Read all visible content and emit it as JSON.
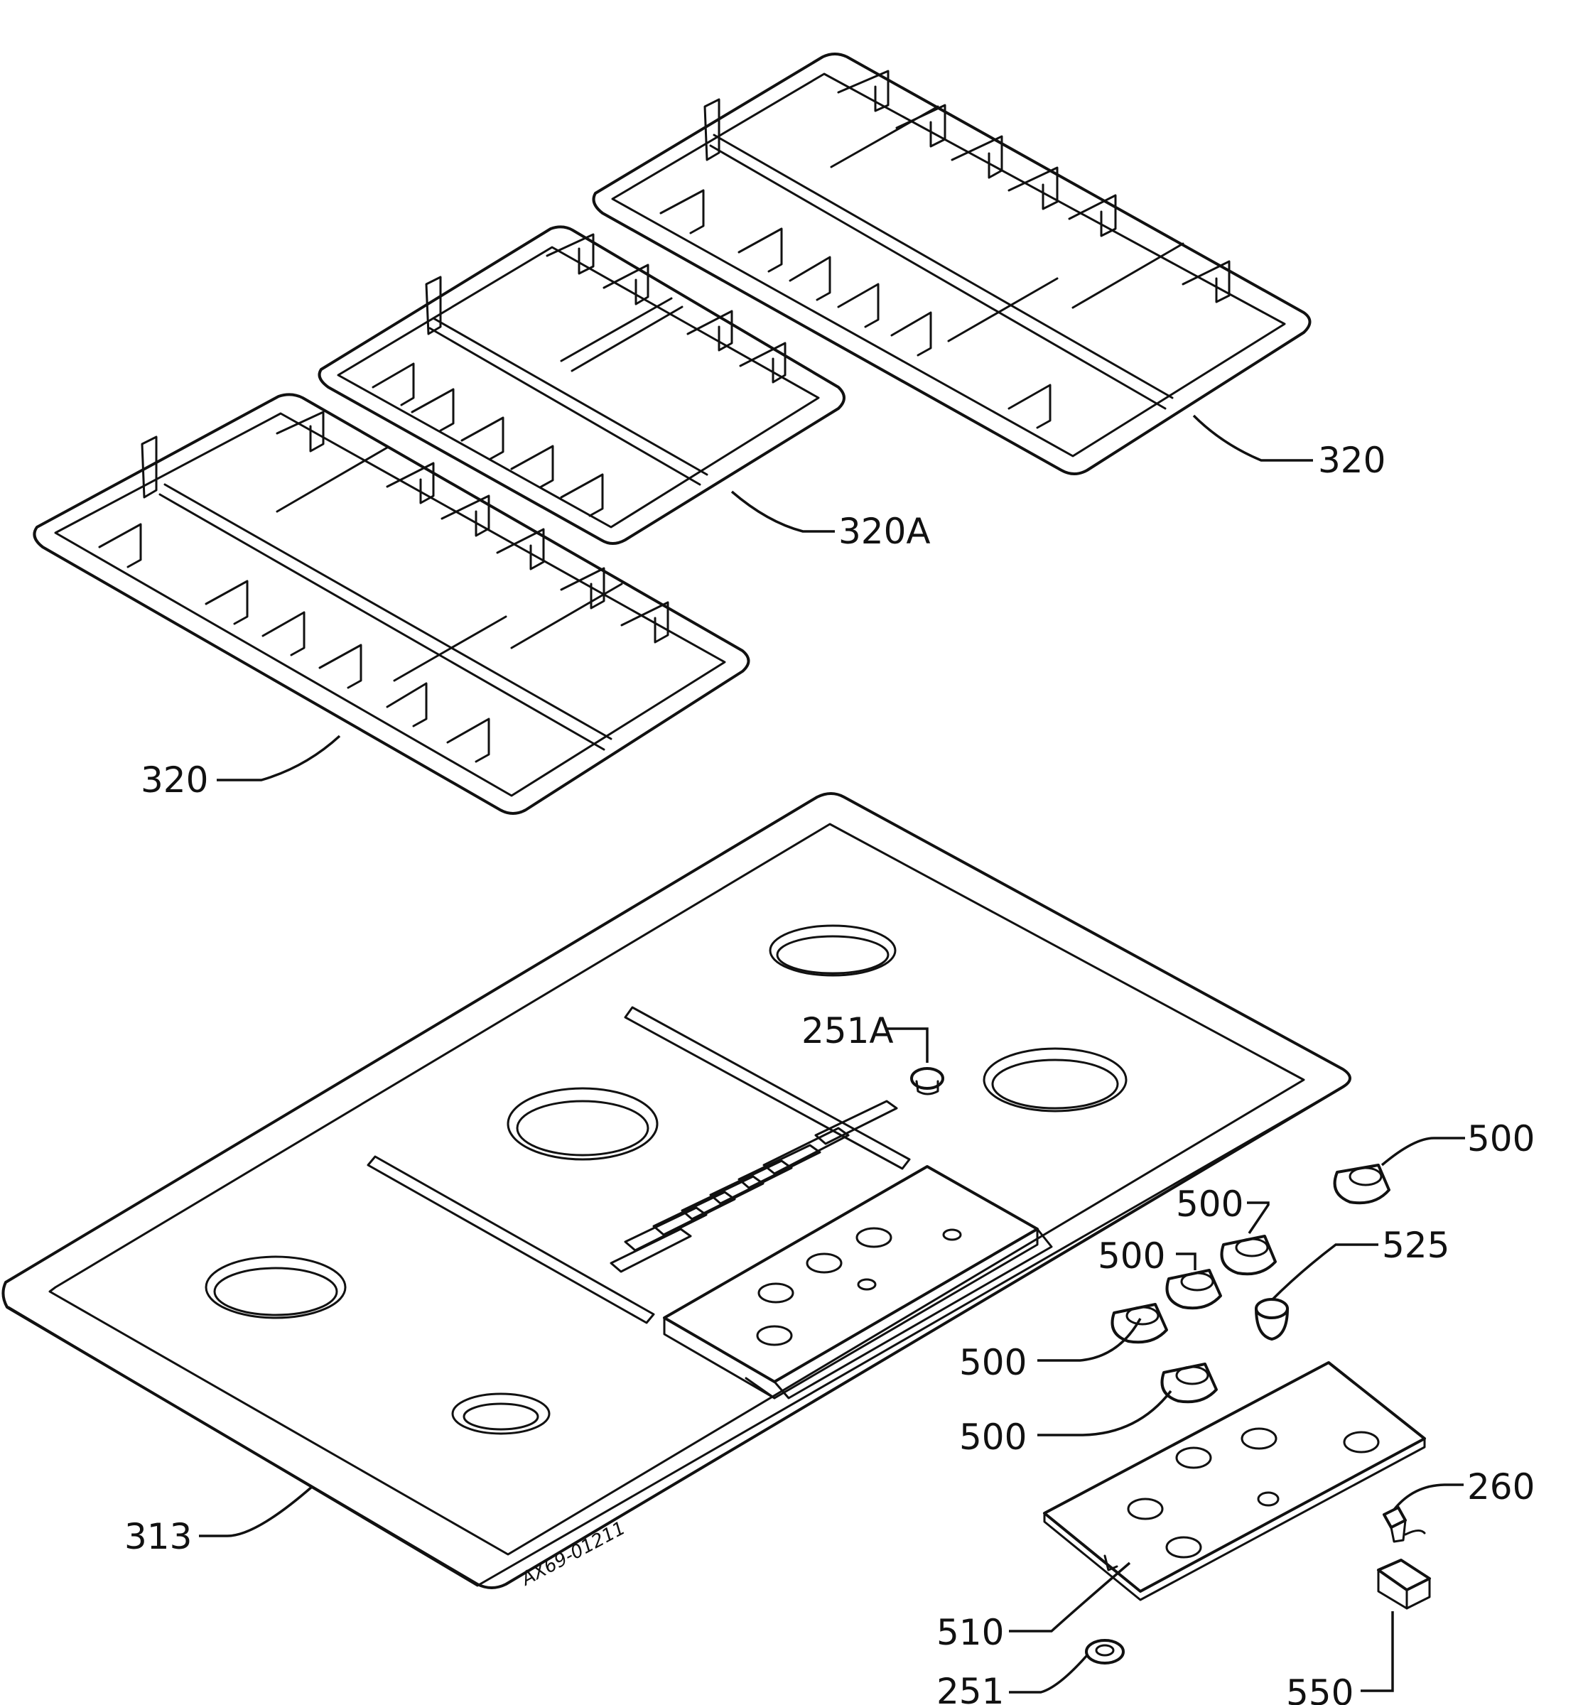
{
  "diagram": {
    "drawing_code": "AX69-01211",
    "callouts": [
      {
        "id": "c-320-right",
        "text": "320"
      },
      {
        "id": "c-320a",
        "text": "320A"
      },
      {
        "id": "c-320-left",
        "text": "320"
      },
      {
        "id": "c-251a",
        "text": "251A"
      },
      {
        "id": "c-500-a",
        "text": "500"
      },
      {
        "id": "c-500-b",
        "text": "500"
      },
      {
        "id": "c-500-c",
        "text": "500"
      },
      {
        "id": "c-525",
        "text": "525"
      },
      {
        "id": "c-500-d",
        "text": "500"
      },
      {
        "id": "c-500-e",
        "text": "500"
      },
      {
        "id": "c-260",
        "text": "260"
      },
      {
        "id": "c-313",
        "text": "313"
      },
      {
        "id": "c-510",
        "text": "510"
      },
      {
        "id": "c-550",
        "text": "550"
      },
      {
        "id": "c-251",
        "text": "251"
      }
    ]
  }
}
